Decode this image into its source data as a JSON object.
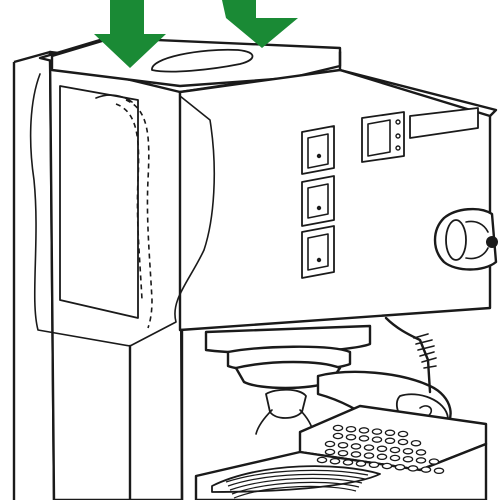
{
  "colors": {
    "arrow": "#1a8a35",
    "line": "#1a1a1a",
    "background": "#ffffff"
  },
  "icons": {
    "arrow_left": "arrow-down-icon",
    "arrow_right": "arrow-down-icon"
  },
  "parts": {
    "switches_count": 3,
    "main_power_switch": 1,
    "drip_tray_holes_rows": 5
  }
}
